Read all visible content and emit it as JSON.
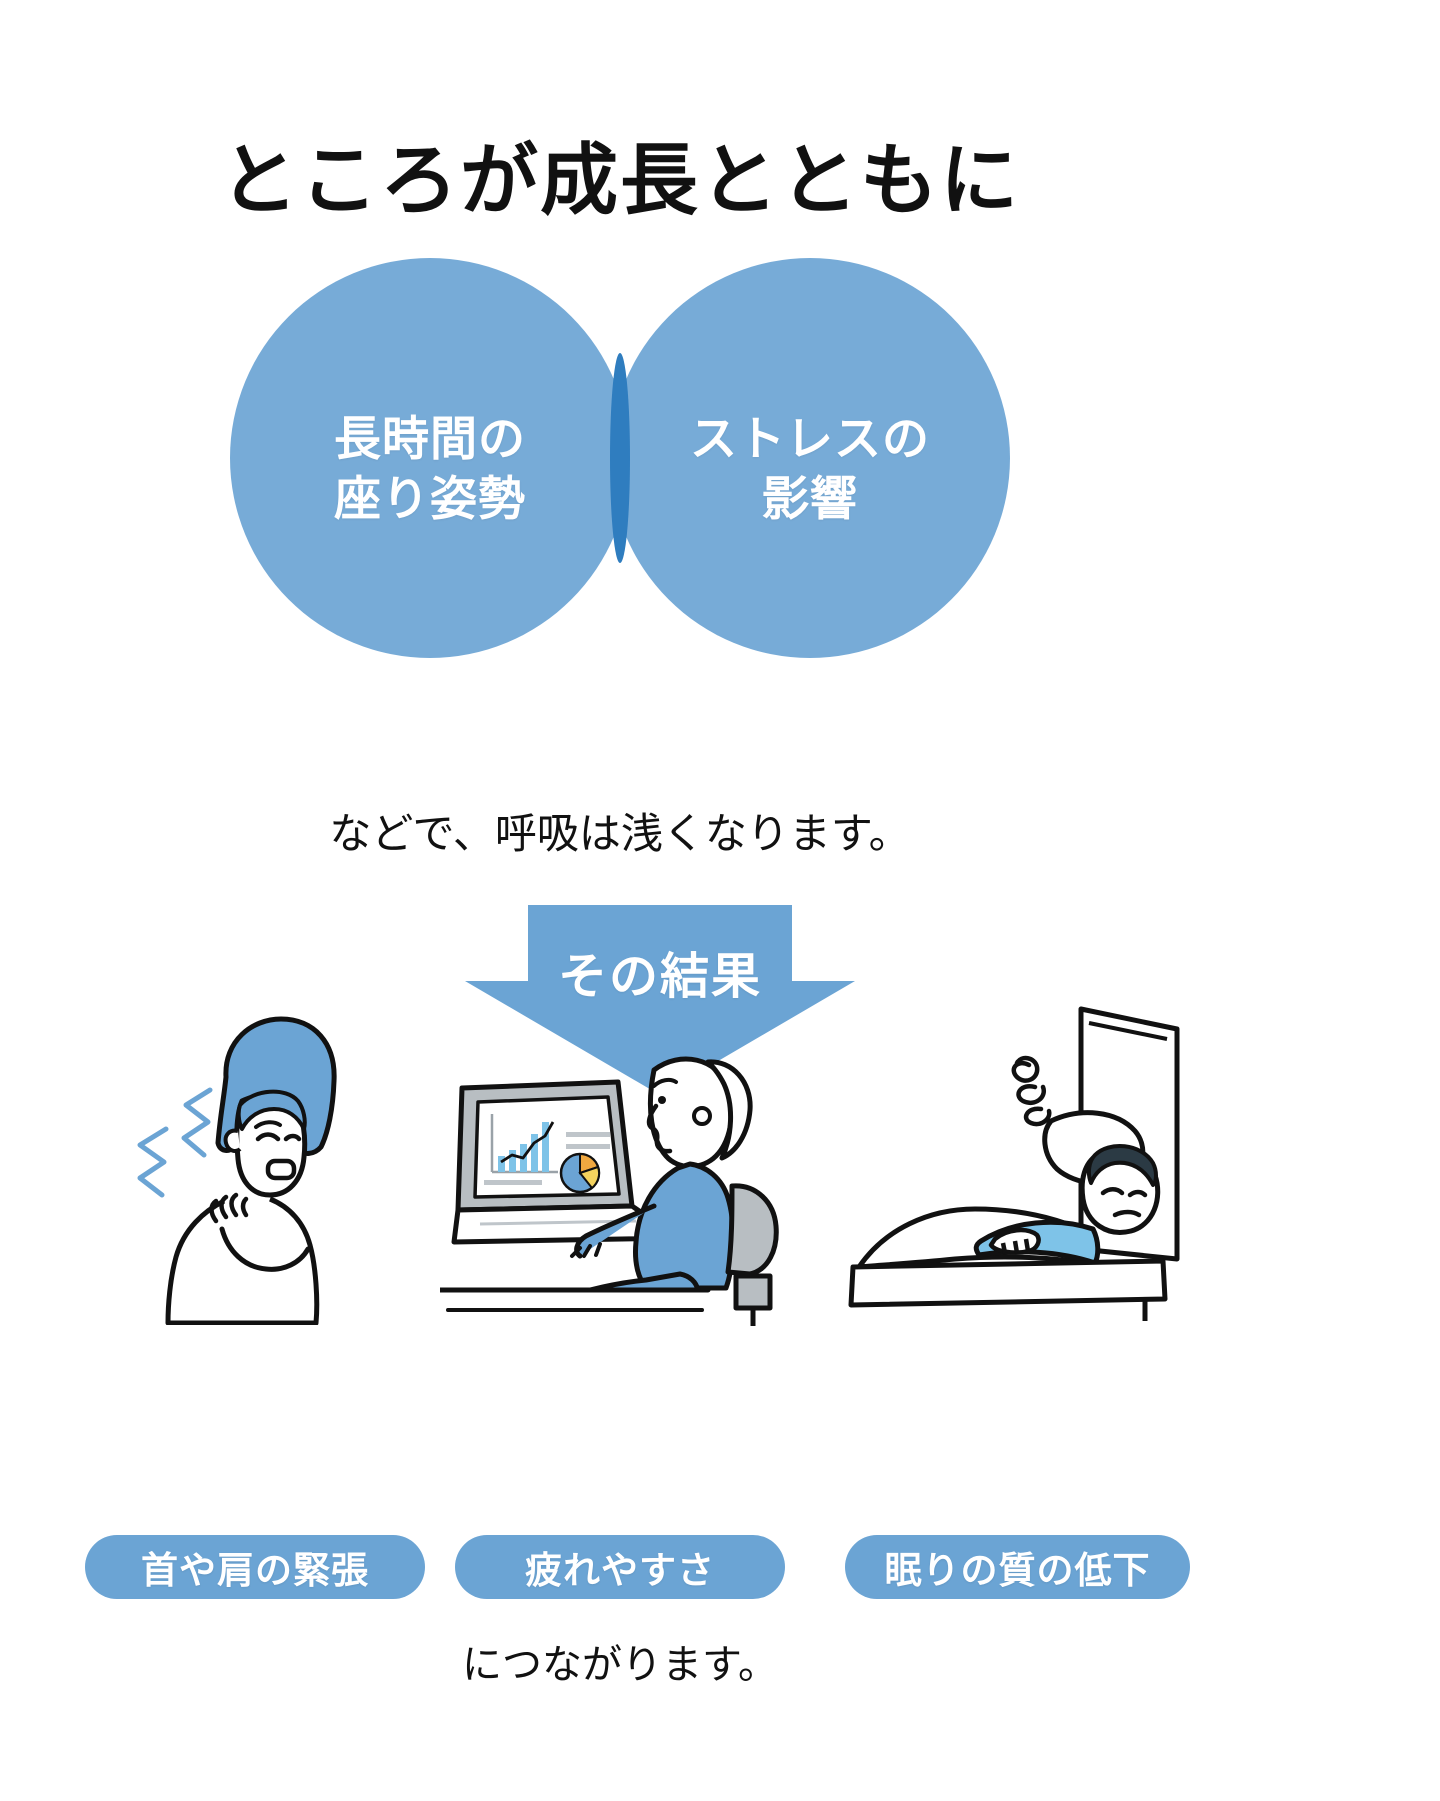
{
  "colors": {
    "brand_blue": "#6BA4D4",
    "overlap_blue": "#2F7DBF",
    "text_dark": "#111111",
    "white": "#FFFFFF",
    "hair_blue": "#6BA4D4",
    "line_black": "#111111",
    "laptop_gray": "#B8BEC2"
  },
  "title": "ところが成長とともに",
  "venn": {
    "left": {
      "line1": "長時間の",
      "line2": "座り姿勢"
    },
    "right": {
      "line1": "ストレスの",
      "line2": "影響"
    }
  },
  "subtext": "などで、呼吸は浅くなります。",
  "arrow": {
    "label": "その結果"
  },
  "illustrations": [
    {
      "name": "woman-shoulder-pain",
      "alt": "首や肩を押さえる女性"
    },
    {
      "name": "woman-at-laptop",
      "alt": "ノートパソコンで作業する女性"
    },
    {
      "name": "man-sleepless-in-bed",
      "alt": "ベッドで眠れない男性"
    }
  ],
  "pills": [
    {
      "label": "首や肩の緊張"
    },
    {
      "label": "疲れやすさ"
    },
    {
      "label": "眠りの質の低下"
    }
  ],
  "footer": "につながります。"
}
